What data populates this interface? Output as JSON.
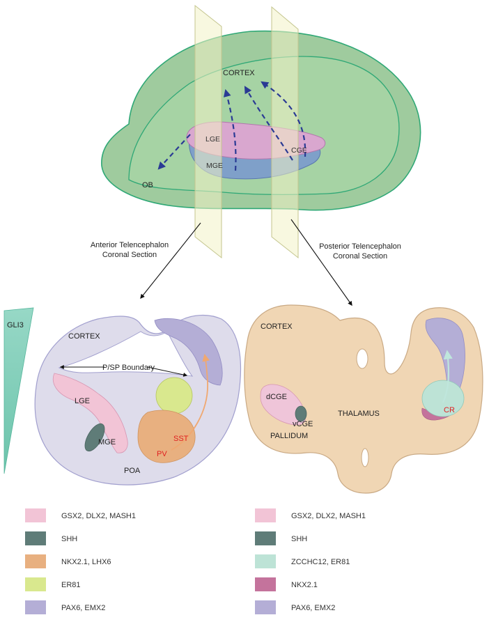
{
  "top_brain": {
    "labels": {
      "cortex": "CORTEX",
      "lge": "LGE",
      "mge": "MGE",
      "cge": "CGE",
      "ob": "OB"
    }
  },
  "captions": {
    "anterior": [
      "Anterior Telencephalon",
      "Coronal Section"
    ],
    "posterior": [
      "Posterior Telencephalon",
      "Coronal Section"
    ]
  },
  "anterior_section": {
    "gradient_label": "GLI3",
    "labels": {
      "cortex": "CORTEX",
      "boundary": "P/SP Boundary",
      "lge": "LGE",
      "mge": "MGE",
      "poa": "POA",
      "pv": "PV",
      "sst": "SST"
    }
  },
  "posterior_section": {
    "labels": {
      "cortex": "CORTEX",
      "dcge": "dCGE",
      "vcge": "vCGE",
      "pallidum": "PALLIDUM",
      "thalamus": "THALAMUS",
      "cr": "CR"
    }
  },
  "legend_left": [
    {
      "color": "#f2c4d6",
      "label": "GSX2, DLX2, MASH1"
    },
    {
      "color": "#5f7c78",
      "label": "SHH"
    },
    {
      "color": "#e8b080",
      "label": "NKX2.1, LHX6"
    },
    {
      "color": "#d9e88e",
      "label": "ER81"
    },
    {
      "color": "#b4aed6",
      "label": "PAX6, EMX2"
    }
  ],
  "legend_right": [
    {
      "color": "#f2c4d6",
      "label": "GSX2, DLX2, MASH1"
    },
    {
      "color": "#5f7c78",
      "label": "SHH"
    },
    {
      "color": "#bde3d6",
      "label": "ZCCHC12, ER81"
    },
    {
      "color": "#c4739c",
      "label": "NKX2.1"
    },
    {
      "color": "#b4aed6",
      "label": "PAX6, EMX2"
    }
  ]
}
